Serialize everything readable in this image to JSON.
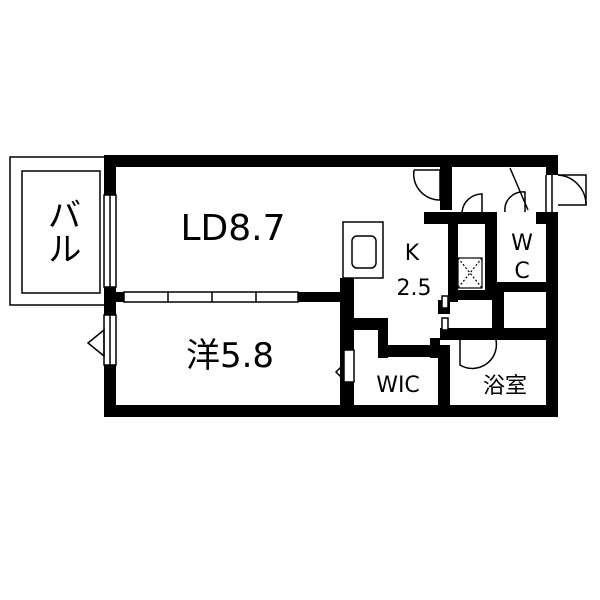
{
  "rooms": {
    "balcony": "バル",
    "ld": "LD8.7",
    "kitchen_k": "K",
    "kitchen_size": "2.5",
    "western": "洋5.8",
    "wic": "WIC",
    "wc_w": "W",
    "wc_c": "C",
    "bath": "浴室"
  },
  "colors": {
    "wall": "#000000",
    "background": "#ffffff"
  }
}
